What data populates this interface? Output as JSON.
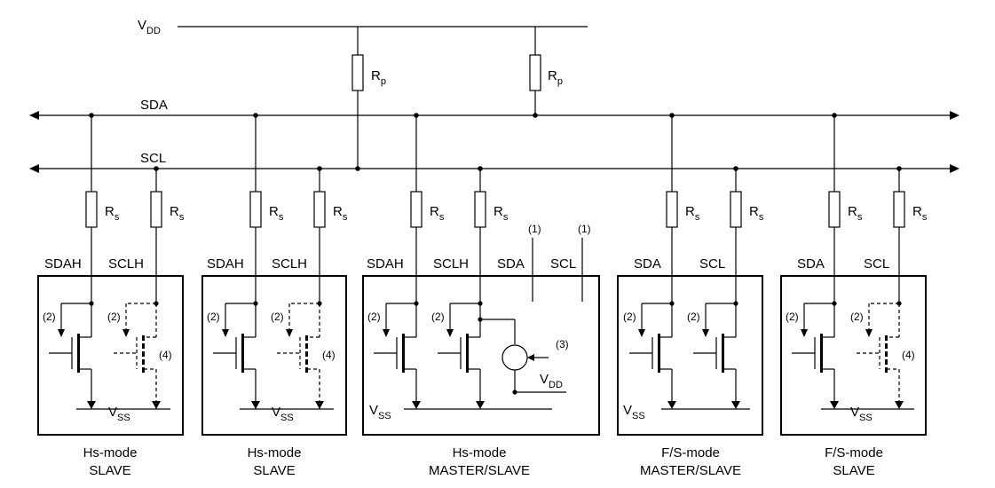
{
  "rails": {
    "vdd_main": "V",
    "vdd_main_sub": "DD",
    "sda": "SDA",
    "scl": "SCL",
    "rp": "R",
    "rp_sub": "p",
    "rs": "R",
    "rs_sub": "s"
  },
  "notes": {
    "n1": "(1)",
    "n2": "(2)",
    "n3": "(3)",
    "n4": "(4)"
  },
  "supplies": {
    "vss": "V",
    "vss_sub": "SS",
    "vdd": "V",
    "vdd_sub": "DD"
  },
  "devices": [
    {
      "pin_a": "SDAH",
      "pin_b": "SCLH",
      "caption1": "Hs-mode",
      "caption2": "SLAVE"
    },
    {
      "pin_a": "SDAH",
      "pin_b": "SCLH",
      "caption1": "Hs-mode",
      "caption2": "SLAVE"
    },
    {
      "pin_a": "SDAH",
      "pin_b": "SCLH",
      "pin_c": "SDA",
      "pin_d": "SCL",
      "caption1": "Hs-mode",
      "caption2": "MASTER/SLAVE"
    },
    {
      "pin_a": "SDA",
      "pin_b": "SCL",
      "caption1": "F/S-mode",
      "caption2": "MASTER/SLAVE"
    },
    {
      "pin_a": "SDA",
      "pin_b": "SCL",
      "caption1": "F/S-mode",
      "caption2": "SLAVE"
    }
  ]
}
